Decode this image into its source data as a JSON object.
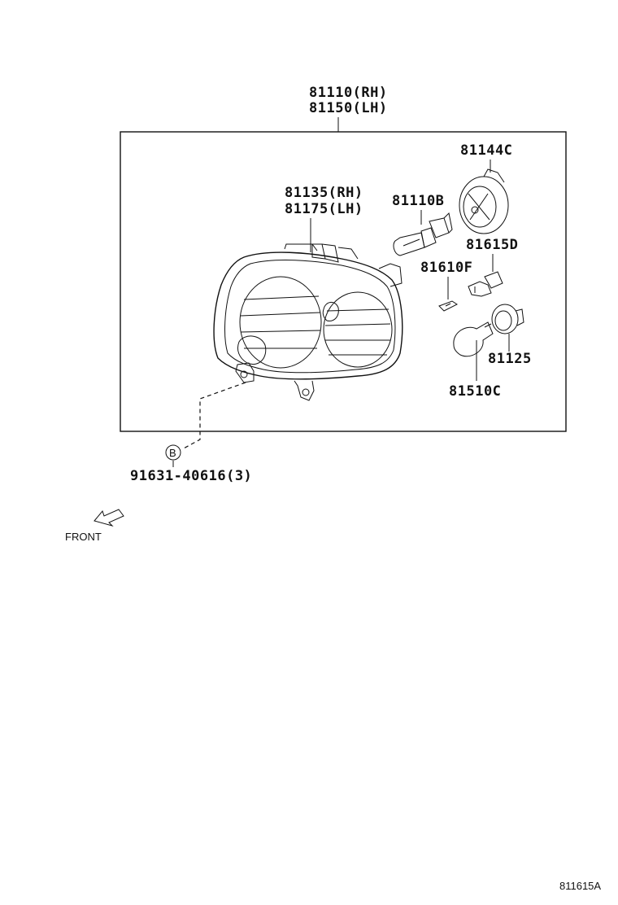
{
  "labels": {
    "assembly_rh": "81110(RH)",
    "assembly_lh": "81150(LH)",
    "unit_rh": "81135(RH)",
    "unit_lh": "81175(LH)",
    "bulb_headlamp": "81110B",
    "socket_cover": "81144C",
    "socket_81615d": "81615D",
    "bulb_81610f": "81610F",
    "socket_81125": "81125",
    "bulb_81510c": "81510C",
    "screw_symbol": "B",
    "screw_part": "91631-40616(3)",
    "front_label": "FRONT",
    "diagram_code": "811615A"
  }
}
